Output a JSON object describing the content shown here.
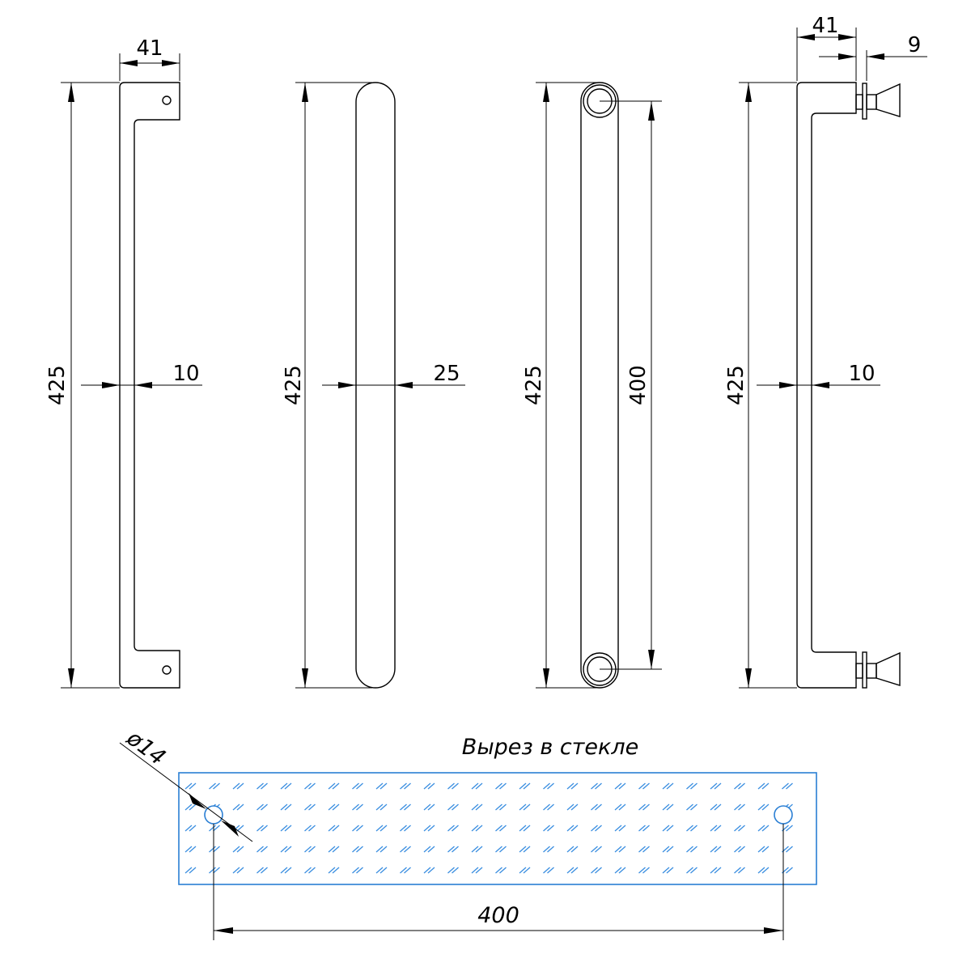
{
  "views": {
    "view1": {
      "overall_height": "425",
      "depth": "41",
      "bar_thickness": "10"
    },
    "view2": {
      "overall_height": "425",
      "bar_width": "25"
    },
    "view3": {
      "overall_height": "425",
      "center_distance": "400"
    },
    "view4": {
      "overall_height": "425",
      "depth": "41",
      "bar_thickness": "10",
      "fitting_thickness": "9"
    }
  },
  "glass_cutout": {
    "title": "Вырез в стекле",
    "hole_diameter": "ø14",
    "hole_spacing": "400"
  },
  "colors": {
    "lines": "#000000",
    "glass": "#2a7fd4"
  }
}
